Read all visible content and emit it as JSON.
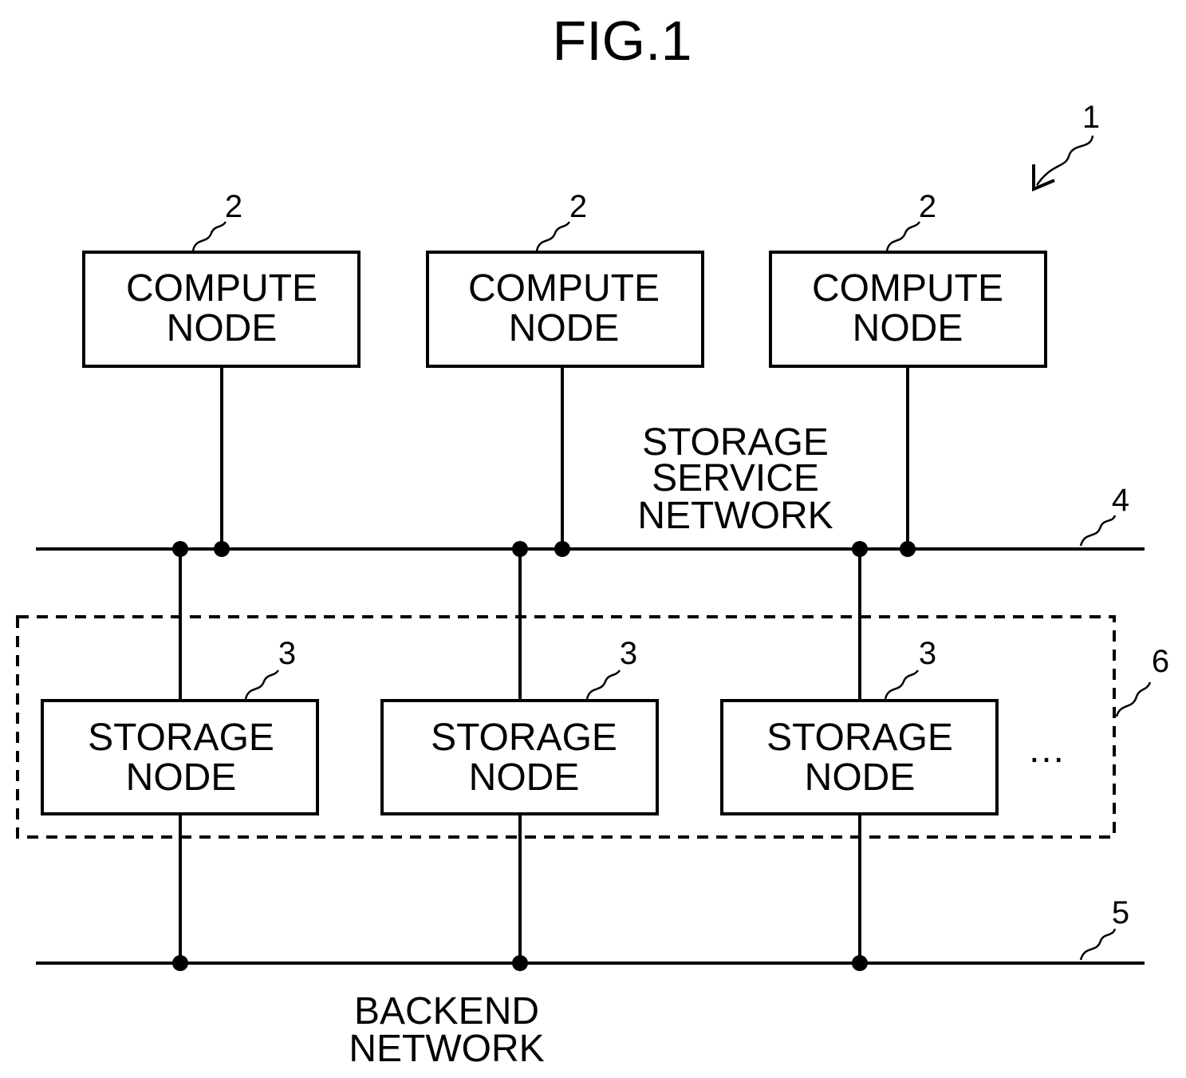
{
  "figure": {
    "title": "FIG.1",
    "system_ref": "1"
  },
  "compute_nodes": [
    {
      "line1": "COMPUTE",
      "line2": "NODE",
      "ref": "2"
    },
    {
      "line1": "COMPUTE",
      "line2": "NODE",
      "ref": "2"
    },
    {
      "line1": "COMPUTE",
      "line2": "NODE",
      "ref": "2"
    }
  ],
  "storage_nodes": [
    {
      "line1": "STORAGE",
      "line2": "NODE",
      "ref": "3"
    },
    {
      "line1": "STORAGE",
      "line2": "NODE",
      "ref": "3"
    },
    {
      "line1": "STORAGE",
      "line2": "NODE",
      "ref": "3"
    }
  ],
  "ellipsis": "…",
  "storage_cluster": {
    "ref": "6"
  },
  "storage_service_network": {
    "line1": "STORAGE",
    "line2": "SERVICE",
    "line3": "NETWORK",
    "ref": "4"
  },
  "backend_network": {
    "line1": "BACKEND",
    "line2": "NETWORK",
    "ref": "5"
  }
}
